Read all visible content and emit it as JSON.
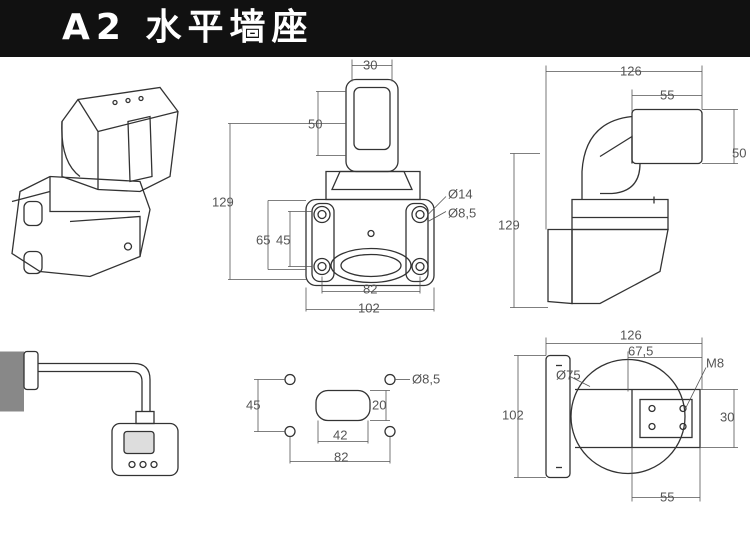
{
  "header": {
    "title": "A2  水平墙座",
    "background": "#111111",
    "text_color": "#ffffff"
  },
  "colors": {
    "line": "#333333",
    "dimension": "#555555",
    "paper": "#ffffff"
  },
  "front_view": {
    "width_top": "30",
    "height_top": "50",
    "total_height": "129",
    "hole_spacing_v": "65",
    "hole_spacing_v2": "45",
    "hole_large": "Ø14",
    "hole_small": "Ø8,5",
    "hole_spacing_h": "82",
    "total_width": "102"
  },
  "side_view": {
    "total_length": "126",
    "arm_width": "55",
    "arm_height": "50",
    "total_height": "129"
  },
  "hole_template": {
    "hole_diameter": "Ø8,5",
    "vertical_spacing": "45",
    "slot_height": "20",
    "slot_width": "42",
    "horizontal_spacing": "82"
  },
  "top_view": {
    "total_length": "126",
    "offset": "67,5",
    "diameter": "Ø75",
    "thread": "M8",
    "height": "102",
    "arm_height": "30",
    "arm_width": "55"
  }
}
